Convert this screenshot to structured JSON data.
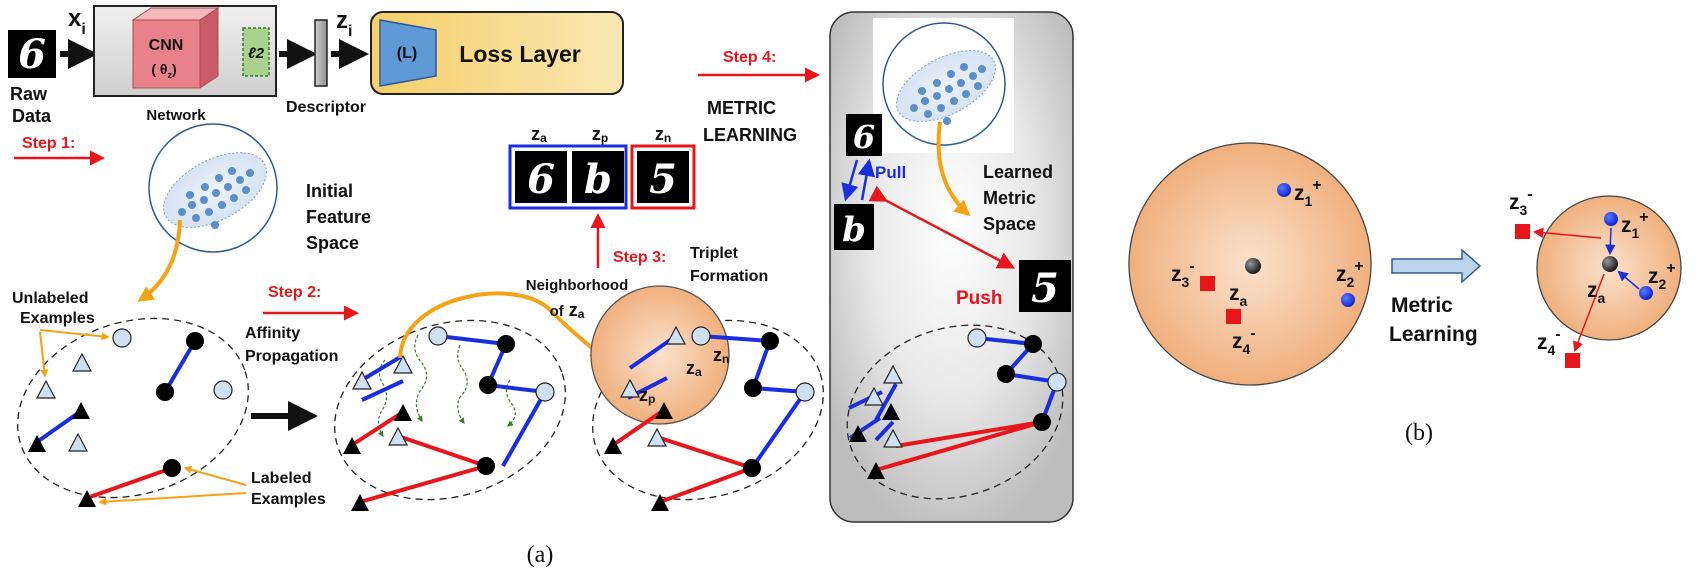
{
  "panel_a": {
    "caption": "(a)",
    "raw_data_label": [
      "Raw",
      "Data"
    ],
    "x_label": "x",
    "x_sub": "i",
    "cnn_label": "CNN",
    "theta_label": "( θ",
    "theta_sub": "z",
    "theta_close": ")",
    "l2_label": "ℓ2",
    "network_label": "Network",
    "descriptor_label": "Descriptor",
    "z_label": "z",
    "z_sub": "i",
    "loss_symbol": "(L)",
    "loss_label": "Loss Layer",
    "step1": "Step 1:",
    "step2": "Step 2:",
    "step3": "Step 3:",
    "step4": "Step 4:",
    "initial_space": [
      "Initial",
      "Feature",
      "Space"
    ],
    "unlabeled": [
      "Unlabeled",
      "Examples"
    ],
    "labeled": [
      "Labeled",
      "Examples"
    ],
    "affinity": [
      "Affinity",
      "Propagation"
    ],
    "triplet_formation": [
      "Triplet",
      "Formation"
    ],
    "neighborhood": [
      "Neighborhood",
      "of"
    ],
    "neighborhood_var": "z",
    "neighborhood_sub": "a",
    "metric_learning": [
      "METRIC",
      "LEARNING"
    ],
    "learned_space": [
      "Learned",
      "Metric",
      "Space"
    ],
    "pull": "Pull",
    "push": "Push",
    "triplet_vars": [
      "z",
      "z",
      "z"
    ],
    "triplet_subs": [
      "a",
      "p",
      "n"
    ],
    "node_za": "z",
    "node_za_sub": "a",
    "node_zn": "z",
    "node_zn_sub": "n",
    "node_zp": "z",
    "node_zp_sub": "p",
    "digits": [
      "6",
      "6",
      "b",
      "5",
      "6",
      "b",
      "5"
    ]
  },
  "panel_b": {
    "caption": "(b)",
    "metric_learning": [
      "Metric",
      "Learning"
    ],
    "z": "z",
    "plus": "+",
    "minus": "-",
    "subs": [
      "1",
      "2",
      "3",
      "4",
      "a"
    ]
  },
  "colors": {
    "red": "#e8161b",
    "blue": "#1a2ee0",
    "orange": "#f5a214",
    "light_blue_node": "#cfe0f3",
    "cnn_red": "#e8818a",
    "loss_gold": "#f7d579",
    "l2_green": "#a9d28f",
    "disk_peach": "#f2b98a"
  }
}
